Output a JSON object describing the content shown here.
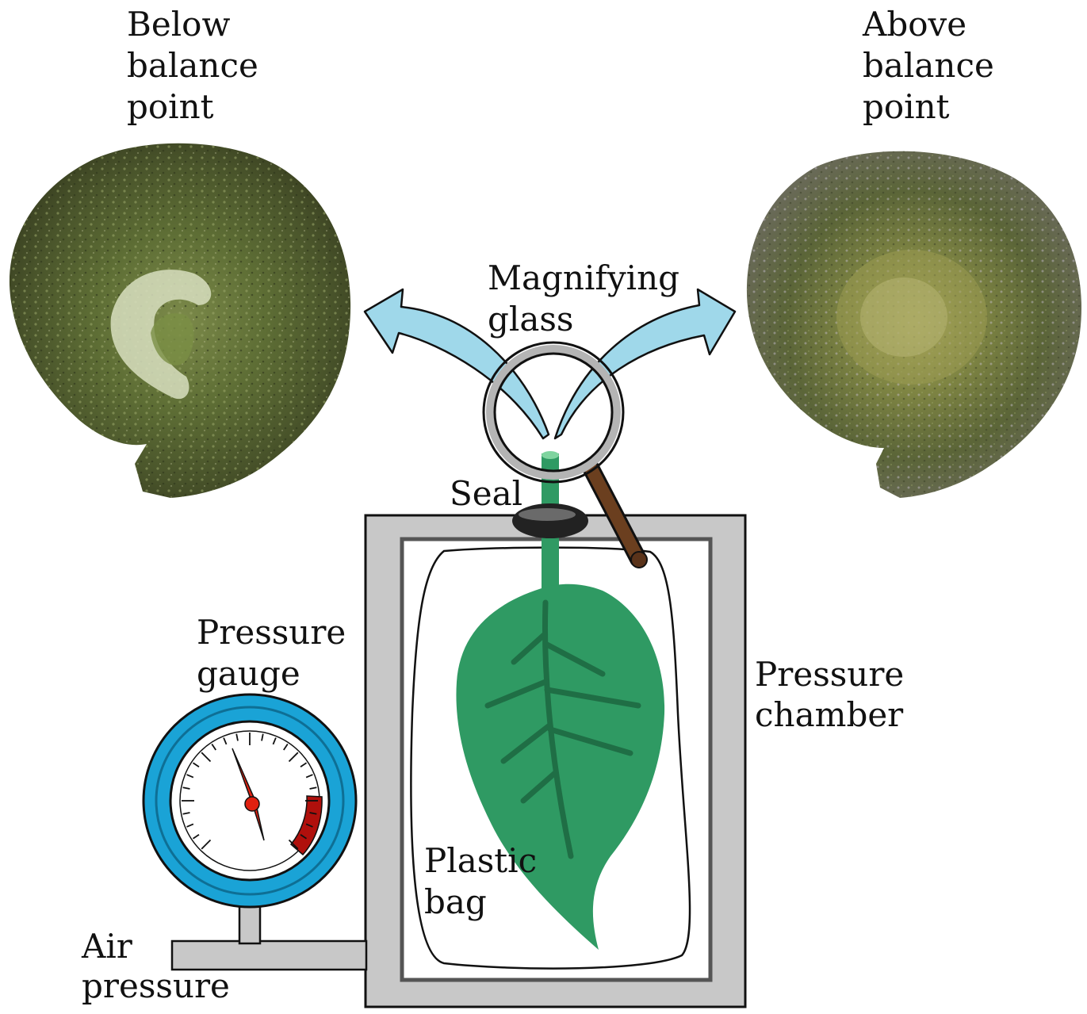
{
  "labels": {
    "below": [
      "Below",
      "balance",
      "point"
    ],
    "above": [
      "Above",
      "balance",
      "point"
    ],
    "magnifier": [
      "Magnifying",
      "glass"
    ],
    "seal": "Seal",
    "gauge": [
      "Pressure",
      "gauge"
    ],
    "chamber": [
      "Pressure",
      "chamber"
    ],
    "bag": [
      "Plastic",
      "bag"
    ],
    "air": [
      "Air",
      "pressure"
    ]
  },
  "colors": {
    "leaf": "#2f9a63",
    "leaf_vein": "#1f6e45",
    "arrow_fill": "#9fd8ea",
    "gauge_ring": "#1aa3d6",
    "chamber_wall": "#c8c8c8",
    "needle": "#e02010",
    "red_zone": "#b0100c",
    "seal": "#222222",
    "handle": "#6b3f1f",
    "section_dark": "#4f5a2e",
    "section_mid": "#6d7a3c"
  },
  "icons": {
    "left_section": "stem-cross-section-image",
    "right_section": "stem-cross-section-image",
    "magnifier": "magnifying-glass-icon",
    "gauge": "pressure-gauge-icon"
  }
}
